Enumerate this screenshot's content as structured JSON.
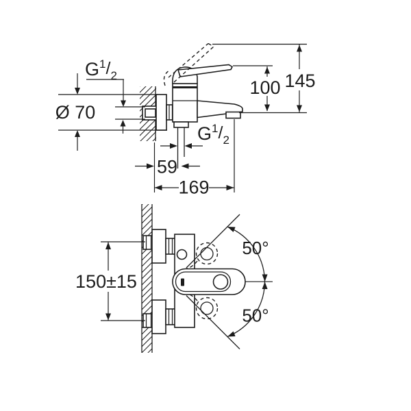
{
  "colors": {
    "line": "#1c1c1c",
    "background": "#ffffff"
  },
  "top_view": {
    "wall_thread": {
      "g": "G",
      "sup": "1",
      "slash": "/",
      "sub": "2"
    },
    "outlet_thread": {
      "g": "G",
      "sup": "1",
      "slash": "/",
      "sub": "2"
    },
    "flange_diameter": "Ø 70",
    "lever_height": "100",
    "overall_height": "145",
    "outlet_offset": "59",
    "spout_reach": "169"
  },
  "front_view": {
    "connection_spacing": "150±15",
    "swivel_angle_upper": "50°",
    "swivel_angle_lower": "50°"
  }
}
